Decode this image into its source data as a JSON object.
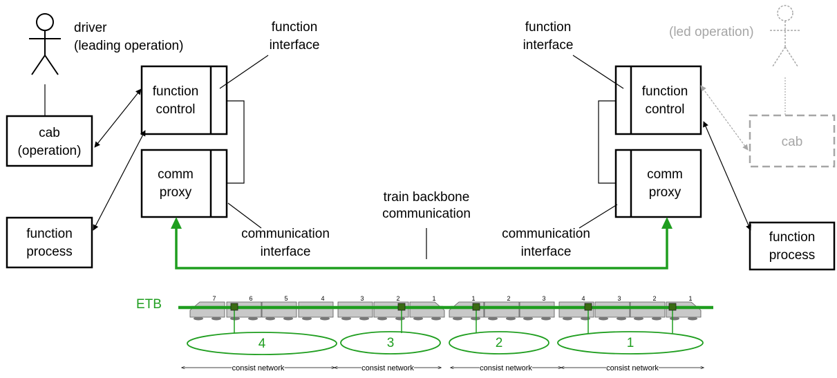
{
  "colors": {
    "green": "#1f9e1f",
    "grey": "#a6a6a6",
    "car_fill": "#c8c8c8",
    "node_fill": "#3a6b12"
  },
  "left": {
    "actor": {
      "title": "driver",
      "subtitle": "(leading operation)"
    },
    "cab": {
      "line1": "cab",
      "line2": "(operation)"
    },
    "function_process": {
      "line1": "function",
      "line2": "process"
    },
    "function_control": {
      "line1": "function",
      "line2": "control"
    },
    "comm_proxy": {
      "line1": "comm",
      "line2": "proxy"
    },
    "function_interface": {
      "line1": "function",
      "line2": "interface"
    },
    "communication_interface": {
      "line1": "communication",
      "line2": "interface"
    }
  },
  "right": {
    "actor": {
      "subtitle": "(led operation)"
    },
    "cab": {
      "label": "cab"
    },
    "function_process": {
      "line1": "function",
      "line2": "process"
    },
    "function_control": {
      "line1": "function",
      "line2": "control"
    },
    "comm_proxy": {
      "line1": "comm",
      "line2": "proxy"
    },
    "function_interface": {
      "line1": "function",
      "line2": "interface"
    },
    "communication_interface": {
      "line1": "communication",
      "line2": "interface"
    }
  },
  "backbone": {
    "line1": "train backbone",
    "line2": "communication"
  },
  "etb_label": "ETB",
  "consists": [
    {
      "number": "4",
      "car_numbers": [
        "7",
        "6",
        "5",
        "4"
      ]
    },
    {
      "number": "3",
      "car_numbers": [
        "3",
        "2",
        "1"
      ]
    },
    {
      "number": "2",
      "car_numbers": [
        "1",
        "2",
        "3"
      ]
    },
    {
      "number": "1",
      "car_numbers": [
        "4",
        "3",
        "2",
        "1"
      ]
    }
  ],
  "consist_network_label": "consist network"
}
